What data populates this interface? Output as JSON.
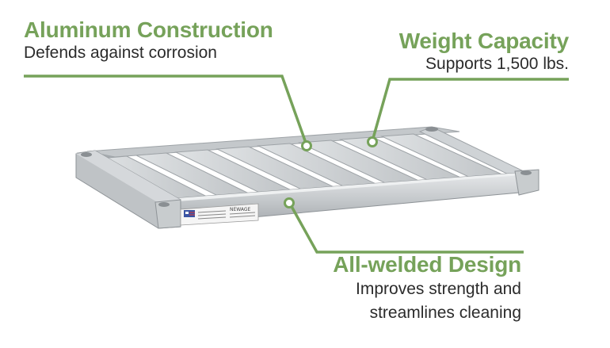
{
  "callouts": [
    {
      "title": "Aluminum Construction",
      "lines": [
        "Defends against corrosion"
      ]
    },
    {
      "title": "Weight Capacity",
      "lines": [
        "Supports 1,500 lbs."
      ]
    },
    {
      "title": "All-welded Design",
      "lines": [
        "Improves strength and",
        "streamlines cleaning"
      ]
    }
  ],
  "label_text": "NEWAGE",
  "colors": {
    "accent": "#76a25a",
    "text": "#2b2b2b",
    "aluminum": "#c9cdd0",
    "background": "#ffffff"
  }
}
